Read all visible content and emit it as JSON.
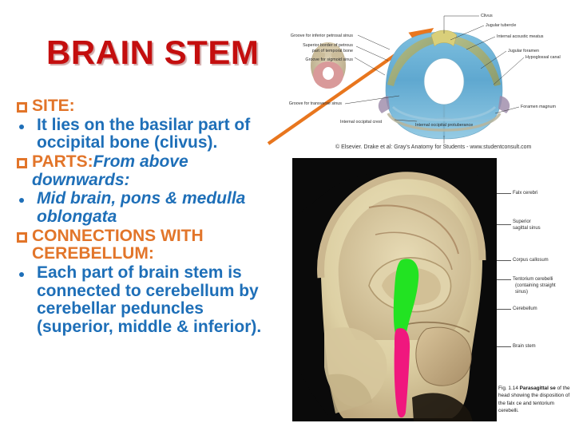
{
  "slide": {
    "title": "BRAIN STEM",
    "title_color": "#C40E0E",
    "heading_color": "#E2752A",
    "body_color": "#1E6FB8",
    "background": "#ffffff"
  },
  "content": {
    "blocks": [
      {
        "type": "heading",
        "bullet": "square",
        "text": "SITE:"
      },
      {
        "type": "item",
        "bullet": "dot",
        "text": "It lies on the basilar part of occipital bone (clivus)."
      },
      {
        "type": "heading_mixed",
        "bullet": "square",
        "label": "PARTS:",
        "emphasis": "From above downwards:"
      },
      {
        "type": "item_italic",
        "bullet": "dot",
        "text": "Mid brain, pons & medulla oblongata"
      },
      {
        "type": "heading",
        "bullet": "square",
        "text": "CONNECTIONS WITH CEREBELLUM:"
      },
      {
        "type": "item",
        "bullet": "dot",
        "text": "Each part of brain stem is connected to cerebellum by cerebellar peduncles (superior, middle & inferior)."
      }
    ]
  },
  "figure_top": {
    "name": "posterior-cranial-fossa-diagram",
    "labels_left": [
      "Groove for inferior petrosal sinus",
      "Superior border of petrous\npart of temporal bone",
      "Groove for sigmoid sinus"
    ],
    "labels_left_flat": {
      "l0": "Groove for inferior petrosal sinus",
      "l1a": "Superior border of petrous",
      "l1b": "part of temporal bone",
      "l2": "Groove for sigmoid sinus",
      "l3": "Groove for transverse sinus",
      "l4": "Internal occipital crest"
    },
    "labels_right": {
      "r0": "Clivus",
      "r1": "Jugular tubercle",
      "r2": "Internal acoustic meatus",
      "r3": "Jugular foramen",
      "r4": "Hypoglossal canal",
      "r5": "Foramen magnum",
      "r6": "Internal occipital protuberance"
    },
    "credit": "© Elsevier. Drake et al: Gray's Anatomy for Students - www.studentconsult.com"
  },
  "figure_bottom": {
    "name": "parasagittal-head-section-photo",
    "labels": [
      "Falx cerebri",
      "Superior\nsagittal sinus",
      "Corpus callosum",
      "Tentorium cerebelli\n(containing straight\nsinus)",
      "Cerebellum",
      "Brain stem"
    ],
    "labels_flat": {
      "a": "Falx cerebri",
      "b1": "Superior",
      "b2": "sagittal sinus",
      "c": "Corpus callosum",
      "d1": "Tentorium cerebelli",
      "d2": "(containing straight",
      "d3": "sinus)",
      "e": "Cerebellum",
      "f": "Brain stem"
    },
    "caption_fig": "Fig. 1.14",
    "caption_bold": "Parasagittal se",
    "caption_rest": "of the head showing the disposition of the falx ce and tentorium cerebelli.",
    "highlight_green": "#22E322",
    "highlight_pink": "#F0177E"
  }
}
